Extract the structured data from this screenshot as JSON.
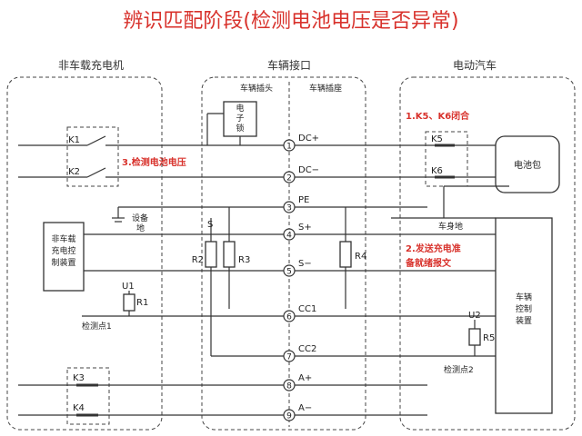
{
  "title": "辨识匹配阶段(检测电池电压是否异常)",
  "sections": {
    "charger": "非车载充电机",
    "interface": "车辆接口",
    "vehicle": "电动汽车"
  },
  "interface": {
    "plug": "车辆插头",
    "socket": "车辆插座"
  },
  "annotations": {
    "step1": "1.K5、K6闭合",
    "step2": [
      "2.发送充电准",
      "备就绪报文"
    ],
    "step3": "3.检测电池电压"
  },
  "components": {
    "lock": [
      "电",
      "子",
      "锁"
    ],
    "k1": "K1",
    "k2": "K2",
    "k3": "K3",
    "k4": "K4",
    "k5": "K5",
    "k6": "K6",
    "battery": "电池包",
    "s": "S",
    "r1": "R1",
    "r2": "R2",
    "r3": "R3",
    "r4": "R4",
    "r5": "R5",
    "u1": "U1",
    "u2": "U2",
    "charger_controller": [
      "非车载",
      "充电控",
      "制装置"
    ],
    "vehicle_controller": [
      "车辆",
      "控制",
      "装置",
      ""
    ]
  },
  "labels": {
    "equipment_ground": [
      "设备",
      "地"
    ],
    "vehicle_ground": "车身地",
    "detect1": "检测点1",
    "detect2": "检测点2"
  },
  "pins": [
    {
      "num": "1",
      "label": "DC+"
    },
    {
      "num": "2",
      "label": "DC−"
    },
    {
      "num": "3",
      "label": "PE"
    },
    {
      "num": "4",
      "label": "S+"
    },
    {
      "num": "5",
      "label": "S−"
    },
    {
      "num": "6",
      "label": "CC1"
    },
    {
      "num": "7",
      "label": "CC2"
    },
    {
      "num": "8",
      "label": "A+"
    },
    {
      "num": "9",
      "label": "A−"
    }
  ]
}
